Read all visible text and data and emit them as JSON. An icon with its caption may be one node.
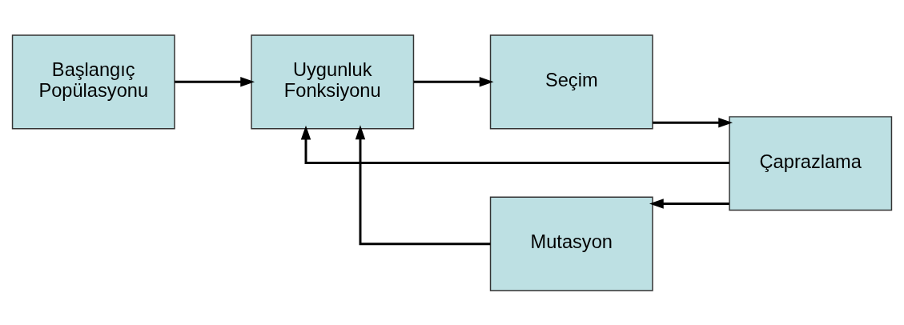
{
  "diagram": {
    "nodes": [
      {
        "text": [
          "Başlangıç Popülasyonu"
        ]
      },
      {
        "text": [
          "Uygunluk Fonksiyonu"
        ]
      },
      {
        "text": [
          "Seçim"
        ]
      },
      {
        "text": [
          "Çaprazlama"
        ]
      },
      {
        "text": [
          "Mutasyon"
        ]
      }
    ],
    "edges": [
      {
        "from": 0,
        "to": 1,
        "arrow": "to"
      },
      {
        "from": 1,
        "to": 2,
        "arrow": "to"
      },
      {
        "from": 2,
        "to": 3,
        "arrow": "to"
      },
      {
        "from": 3,
        "to": 1,
        "arrow": "to"
      },
      {
        "from": 3,
        "to": 4,
        "arrow": "to"
      },
      {
        "from": 4,
        "to": 1,
        "arrow": "to"
      }
    ]
  }
}
